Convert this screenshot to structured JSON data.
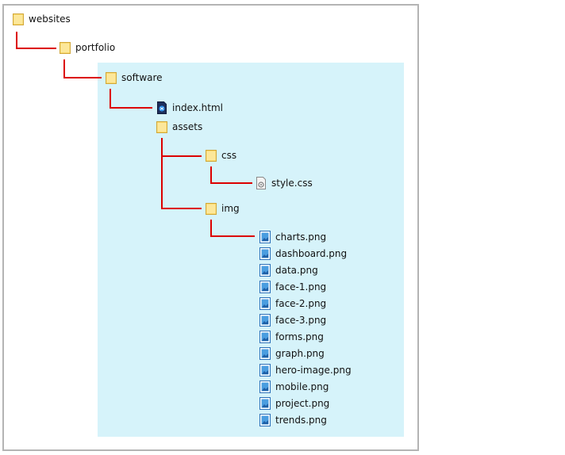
{
  "colors": {
    "connector": "#dc0000",
    "highlight": "#d6f3fa",
    "frame": "#b4b4b4",
    "folder": "#f9da6f"
  },
  "tree": {
    "websites": {
      "label": "websites",
      "icon": "folder-icon"
    },
    "portfolio": {
      "label": "portfolio",
      "icon": "folder-icon"
    },
    "software": {
      "label": "software",
      "icon": "folder-icon"
    },
    "index_html": {
      "label": "index.html",
      "icon": "html-file-icon"
    },
    "assets": {
      "label": "assets",
      "icon": "folder-icon"
    },
    "css": {
      "label": "css",
      "icon": "folder-icon"
    },
    "style_css": {
      "label": "style.css",
      "icon": "css-file-icon"
    },
    "img": {
      "label": "img",
      "icon": "folder-icon"
    },
    "images": [
      "charts.png",
      "dashboard.png",
      "data.png",
      "face-1.png",
      "face-2.png",
      "face-3.png",
      "forms.png",
      "graph.png",
      "hero-image.png",
      "mobile.png",
      "project.png",
      "trends.png"
    ]
  }
}
